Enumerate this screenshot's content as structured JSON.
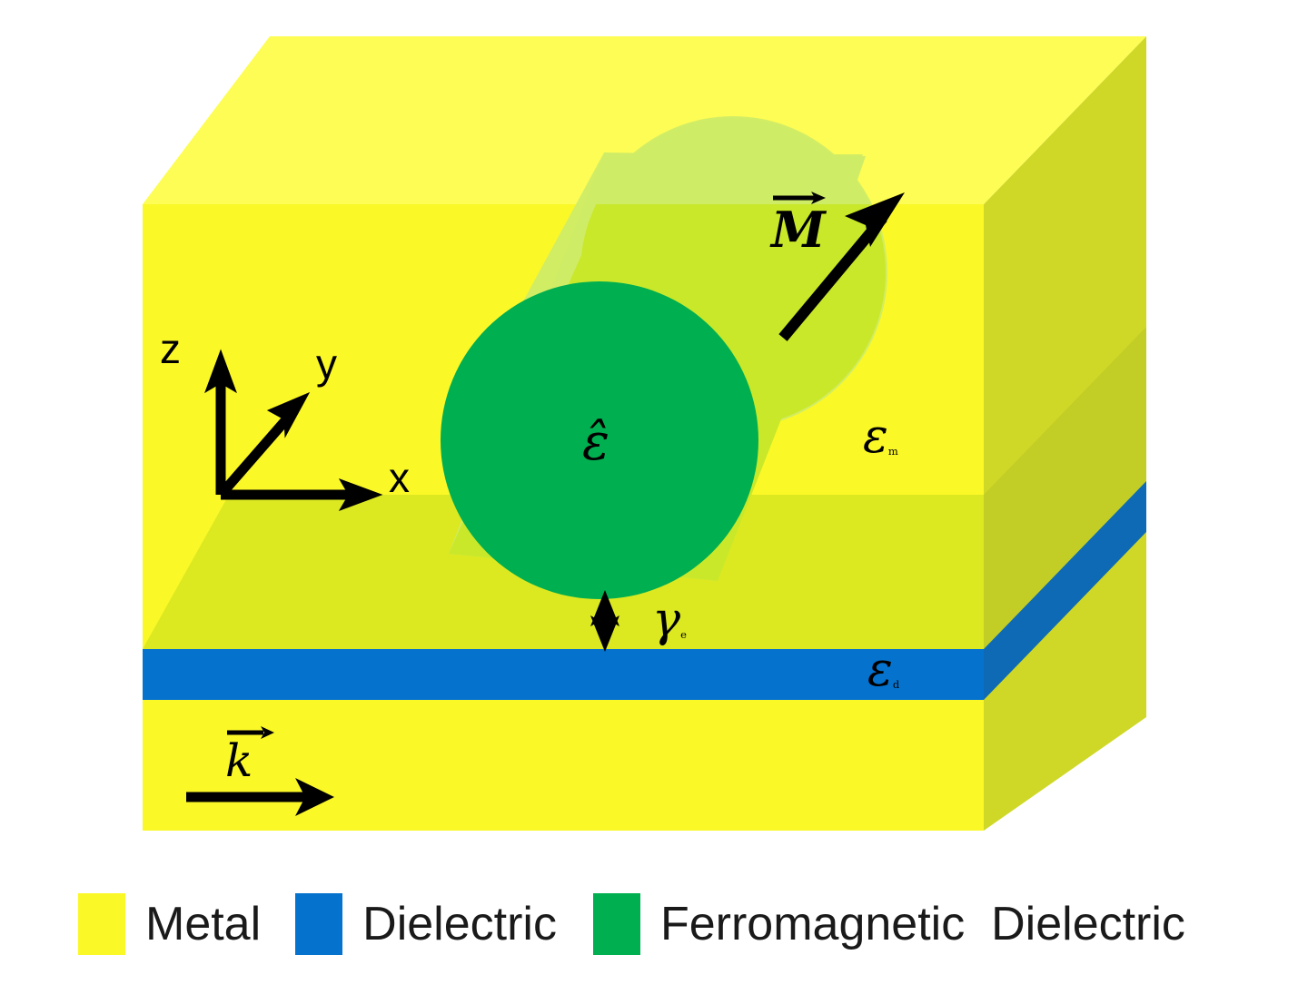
{
  "figure": {
    "type": "schematic-diagram",
    "subject": "Magnetoplasmonic waveguide: metal slab with embedded ferromagnetic dielectric cylinder over a dielectric layer"
  },
  "axes": {
    "z_label": "z",
    "y_label": "y",
    "x_label": "x"
  },
  "annotations": {
    "magnetization_vector": "M",
    "wavevector": "k",
    "permittivity_metal": "ε",
    "permittivity_metal_sub": "m",
    "permittivity_dielectric": "ε",
    "permittivity_dielectric_sub": "d",
    "permittivity_tensor": "ε̂",
    "permittivity_tensor_base": "ε",
    "gap": "γ",
    "gap_sub": "e"
  },
  "legend": {
    "items": [
      {
        "label": "Metal",
        "color": "#FBF828"
      },
      {
        "label": "Dielectric",
        "color": "#0573CE"
      },
      {
        "label": "Ferromagnetic  Dielectric",
        "color": "#00AF50"
      }
    ]
  },
  "colors": {
    "metal_top_face": "#FDFD55",
    "metal_front_face": "#FBF828",
    "metal_side_face": "#CFD827",
    "inner_overlay": "#DCE921",
    "dielectric_blue": "#0573CE",
    "dielectric_blue_side": "#0E6AB4",
    "ferromagnetic_green": "#00AF50",
    "cylinder_body": "#C9E82A",
    "cylinder_body_top": "#CFEC66",
    "stroke": "#000000",
    "background": "#FFFFFF"
  }
}
